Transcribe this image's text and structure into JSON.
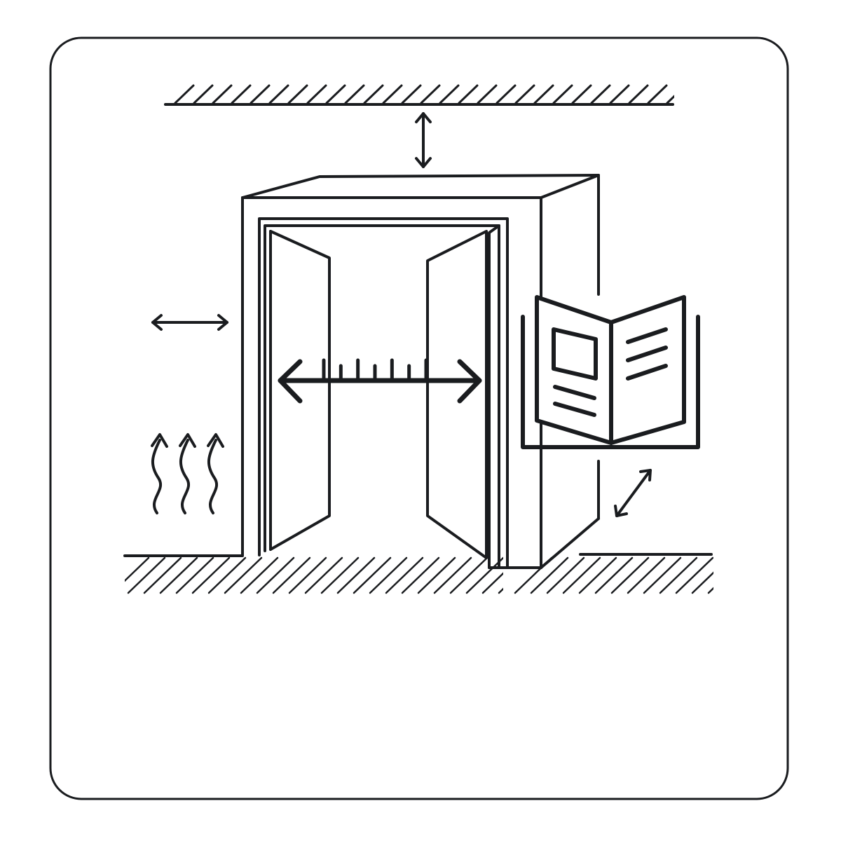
{
  "diagram": {
    "description_text": "",
    "colors": {
      "stroke": "#1a1c1f",
      "background": "#ffffff"
    },
    "elements": {
      "frame": "rounded-border",
      "ceiling": "ceiling-hatched",
      "floor": "floor-hatched",
      "cabinet": "appliance-cabinet",
      "doors": "open-double-doors",
      "manual": "open-manual-icon",
      "clearance_top": "top-clearance-arrow",
      "clearance_side": "side-clearance-arrow",
      "clearance_rear": "rear-clearance-arrow",
      "width_measure": "door-width-measure",
      "heat": "rising-heat-icon"
    },
    "heat_wave_count": 3,
    "ruler_ticks": 7
  }
}
